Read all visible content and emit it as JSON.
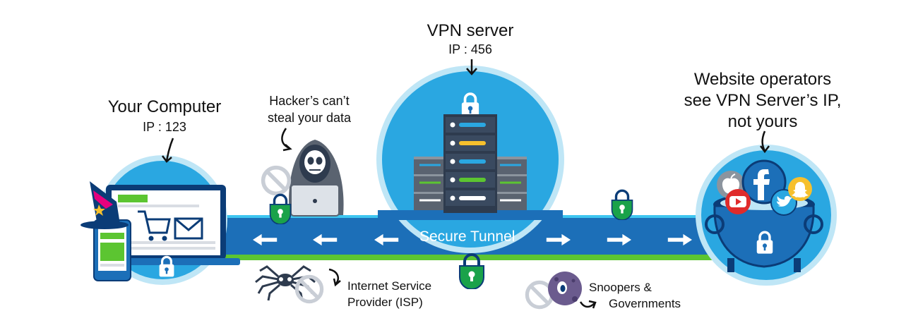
{
  "computer": {
    "title": "Your Computer",
    "ip": "IP : 123"
  },
  "vpn": {
    "title": "VPN server",
    "ip": "IP : 456"
  },
  "website": {
    "line1": "Website operators",
    "line2": "see VPN Server’s IP,",
    "line3": "not yours"
  },
  "hacker": {
    "line1": "Hacker’s can’t",
    "line2": "steal your data"
  },
  "tunnel": {
    "label": "Secure Tunnel"
  },
  "isp": {
    "line1": "Internet Service",
    "line2": "Provider (ISP)"
  },
  "snoopers": {
    "line1": "Snoopers &",
    "line2": "Governments"
  },
  "colors": {
    "circle": "#2aa7e1",
    "circle_ring": "#bfe6f6",
    "tunnel": "#1c6fb8",
    "tunnel_edge": "#3ec6f0",
    "green_line": "#5cc531",
    "lock_green": "#1aa24a",
    "navy": "#0b3c77",
    "server_dark": "#2e3b4e",
    "server_grey": "#5a6370"
  },
  "icons": [
    "arrow-left-icon",
    "arrow-right-icon",
    "lock-icon",
    "no-entry-icon",
    "spider-icon",
    "hacker-icon",
    "eye-monster-icon",
    "cart-icon",
    "mail-icon",
    "wizard-hat-icon",
    "facebook-icon",
    "apple-icon",
    "youtube-icon",
    "twitter-icon",
    "snapchat-icon",
    "cauldron-icon",
    "server-rack-icon"
  ]
}
